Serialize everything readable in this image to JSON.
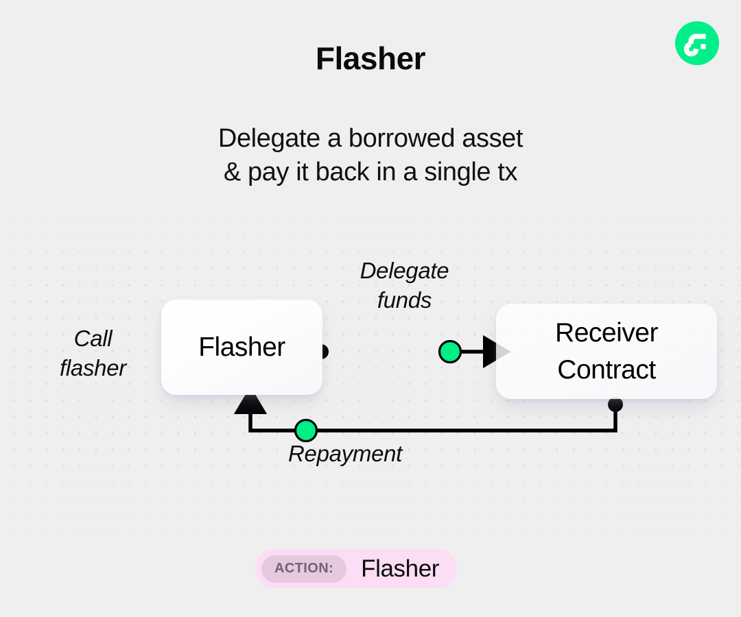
{
  "header": {
    "title": "Flasher",
    "subtitle": "Delegate a borrowed asset\n& pay it back in a single tx",
    "logo_icon": "flow-logo-icon"
  },
  "diagram": {
    "nodes": [
      {
        "id": "flasher",
        "label": "Flasher"
      },
      {
        "id": "receiver",
        "label": "Receiver\nContract"
      }
    ],
    "edges": [
      {
        "id": "call-flasher",
        "label": "Call\nflasher",
        "from": "caller",
        "to": "flasher",
        "marker": "none"
      },
      {
        "id": "delegate-funds",
        "label": "Delegate\nfunds",
        "from": "flasher",
        "to": "receiver",
        "marker": "green-token-dot"
      },
      {
        "id": "repayment",
        "label": "Repayment",
        "from": "receiver",
        "to": "flasher",
        "marker": "green-token-dot"
      }
    ]
  },
  "footer": {
    "badge_label": "ACTION:",
    "badge_value": "Flasher"
  },
  "colors": {
    "background": "#efefef",
    "brand_green": "#00ef8b",
    "token_green": "#00ee85",
    "stroke_black": "#000000",
    "badge_outer_pink": "#fbddf5",
    "badge_inner_pink": "#e6c9de",
    "badge_label_text": "#6f6370",
    "grid_dot": "#dedede",
    "card_white": "#ffffff"
  }
}
